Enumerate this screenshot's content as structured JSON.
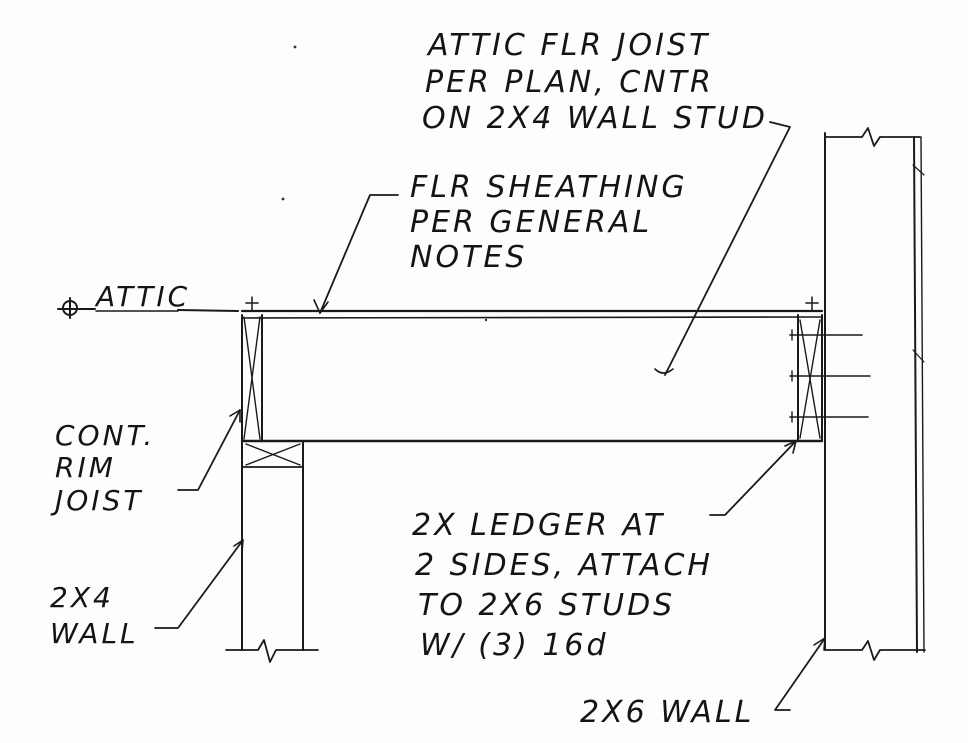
{
  "labels": {
    "attic_joist": [
      "ATTIC FLR JOIST",
      "PER PLAN, CNTR",
      "ON 2X4 WALL STUD"
    ],
    "sheathing": [
      "FLR SHEATHING",
      "PER GENERAL",
      "NOTES"
    ],
    "level_marker": "ATTIC",
    "rim_joist": [
      "CONT.",
      "RIM",
      "JOIST"
    ],
    "wall_2x4": [
      "2X4",
      "WALL"
    ],
    "ledger": [
      "2X LEDGER AT",
      "2 SIDES, ATTACH",
      "TO 2X6 STUDS",
      "W/ (3) 16d"
    ],
    "wall_2x6": "2X6 WALL"
  },
  "colors": {
    "ink": "#1a1a1a",
    "paper": "#fdfdfb"
  }
}
